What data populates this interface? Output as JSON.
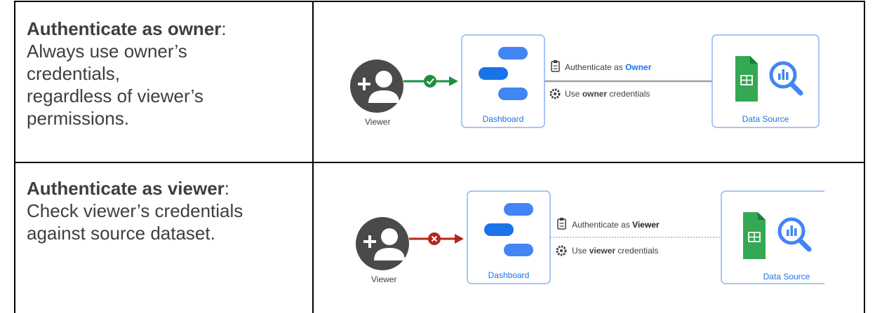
{
  "rows": [
    {
      "title": "Authenticate as owner",
      "colon": ":",
      "lines": [
        "Always use owner’s",
        "credentials,",
        "regardless of viewer’s",
        "permissions."
      ],
      "diagram": {
        "viewer_label": "Viewer",
        "status": "allowed",
        "status_color": "#1e8e3e",
        "dashboard_label": "Dashboard",
        "auth_prefix": "Authenticate as ",
        "auth_role": "Owner",
        "cred_prefix": "Use ",
        "cred_role": "owner",
        "cred_suffix": " credentials",
        "source_label": "Data Source",
        "role_color": "#1a73e8"
      }
    },
    {
      "title": "Authenticate as viewer",
      "colon": ":",
      "lines": [
        "Check viewer’s credentials",
        "against source dataset."
      ],
      "diagram": {
        "viewer_label": "Viewer",
        "status": "denied",
        "status_color": "#b3261e",
        "dashboard_label": "Dashboard",
        "auth_prefix": "Authenticate as ",
        "auth_role": "Viewer",
        "cred_prefix": "Use ",
        "cred_role": "viewer",
        "cred_suffix": " credentials",
        "source_label": "Data Source",
        "role_color": "#202124"
      }
    }
  ],
  "colors": {
    "avatar": "#4a4a4a",
    "box_border": "#8ab4f8",
    "label_blue": "#1a73e8",
    "sheets_green": "#34a853",
    "bq_blue": "#4285f4"
  }
}
